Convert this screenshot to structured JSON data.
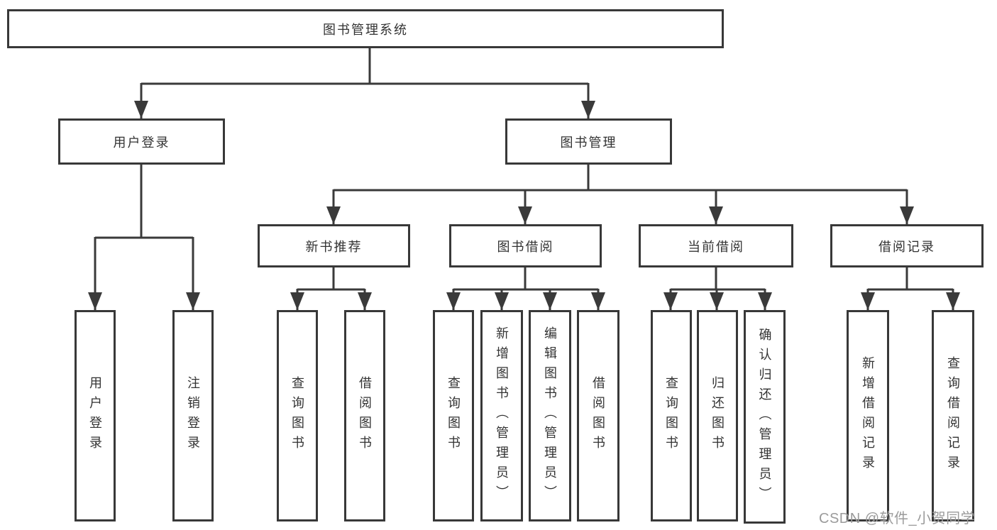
{
  "root_label": "图书管理系统",
  "branches": {
    "user_login": {
      "label": "用户登录",
      "children": [
        "用户登录",
        "注销登录"
      ]
    },
    "book_management": {
      "label": "图书管理",
      "sections": [
        {
          "label": "新书推荐",
          "children": [
            "查询图书",
            "借阅图书"
          ]
        },
        {
          "label": "图书借阅",
          "children": [
            "查询图书",
            "新增图书（管理员）",
            "编辑图书（管理员）",
            "借阅图书"
          ]
        },
        {
          "label": "当前借阅",
          "children": [
            "查询图书",
            "归还图书",
            "确认归还（管理员）"
          ]
        },
        {
          "label": "借阅记录",
          "children": [
            "新增借阅记录",
            "查询借阅记录"
          ]
        }
      ]
    }
  },
  "watermark": {
    "text": "CSDN @软件_小贺同学"
  },
  "colors": {
    "line": "#3a3a3a",
    "box_border": "#383838",
    "box_fill": "#ffffff",
    "text": "#333333",
    "watermark": "#9b9b9b",
    "background": "#ffffff"
  }
}
